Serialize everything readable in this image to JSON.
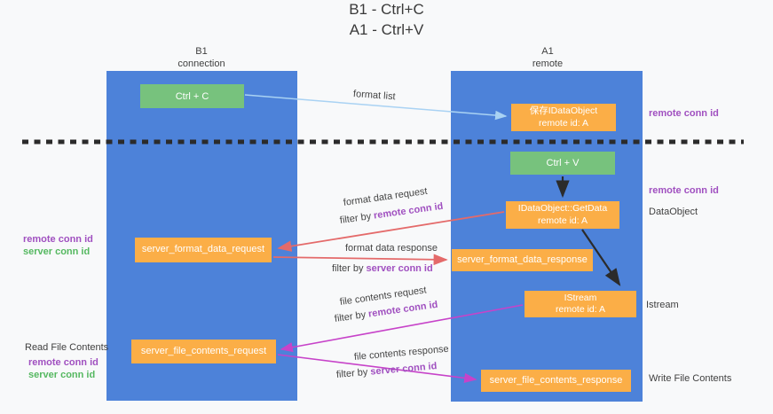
{
  "colors": {
    "column_blue": "#4d82d9",
    "box_green": "#77c27d",
    "box_orange": "#fbae47",
    "arrow_blue": "#a9d2f3",
    "arrow_red": "#e46a6a",
    "arrow_magenta": "#c743c9",
    "arrow_black": "#2b2b2b",
    "text_purple": "#a050c0",
    "text_green": "#55b860",
    "text_dark": "#3c3c3c"
  },
  "title": {
    "line1": "B1 - Ctrl+C",
    "line2": "A1 - Ctrl+V"
  },
  "lifelines": {
    "left": {
      "name": "B1",
      "role": "connection"
    },
    "right": {
      "name": "A1",
      "role": "remote"
    }
  },
  "nodes": {
    "ctrl_c": {
      "label": "Ctrl + C"
    },
    "ctrl_v": {
      "label": "Ctrl + V"
    },
    "save_idataobject": {
      "line1": "保存IDataObject",
      "line2": "remote id: A"
    },
    "getdata": {
      "line1": "IDataObject::GetData",
      "line2": "remote id: A"
    },
    "istream": {
      "line1": "IStream",
      "line2": "remote id: A"
    },
    "format_request": {
      "label": "server_format_data_request"
    },
    "format_response": {
      "label": "server_format_data_response"
    },
    "file_request": {
      "label": "server_file_contents_request"
    },
    "file_response": {
      "label": "server_file_contents_response"
    }
  },
  "flow_labels": {
    "format_list": "format list",
    "format_data_request": "format data request",
    "format_data_request_filter_prefix": "filter by ",
    "format_data_request_filter_key": "remote conn id",
    "format_data_response": "format data response",
    "format_data_response_filter_prefix": "filter by ",
    "format_data_response_filter_key": "server conn id",
    "file_contents_request": "file contents request",
    "file_contents_request_filter_prefix": "filter by ",
    "file_contents_request_filter_key": "remote conn id",
    "file_contents_response": "file contents response",
    "file_contents_response_filter_prefix": "filter by ",
    "file_contents_response_filter_key": "server conn id"
  },
  "annotations": {
    "right_remote_conn_id_top": "remote conn id",
    "right_remote_conn_id_mid": "remote conn id",
    "right_dataobject": "DataObject",
    "right_istream": "Istream",
    "right_write_file": "Write File Contents",
    "left_remote_conn_id_mid": "remote conn id",
    "left_server_conn_id_mid": "server conn id",
    "left_read_file": "Read File Contents",
    "left_remote_conn_id_bottom": "remote conn id",
    "left_server_conn_id_bottom": "server conn id"
  }
}
